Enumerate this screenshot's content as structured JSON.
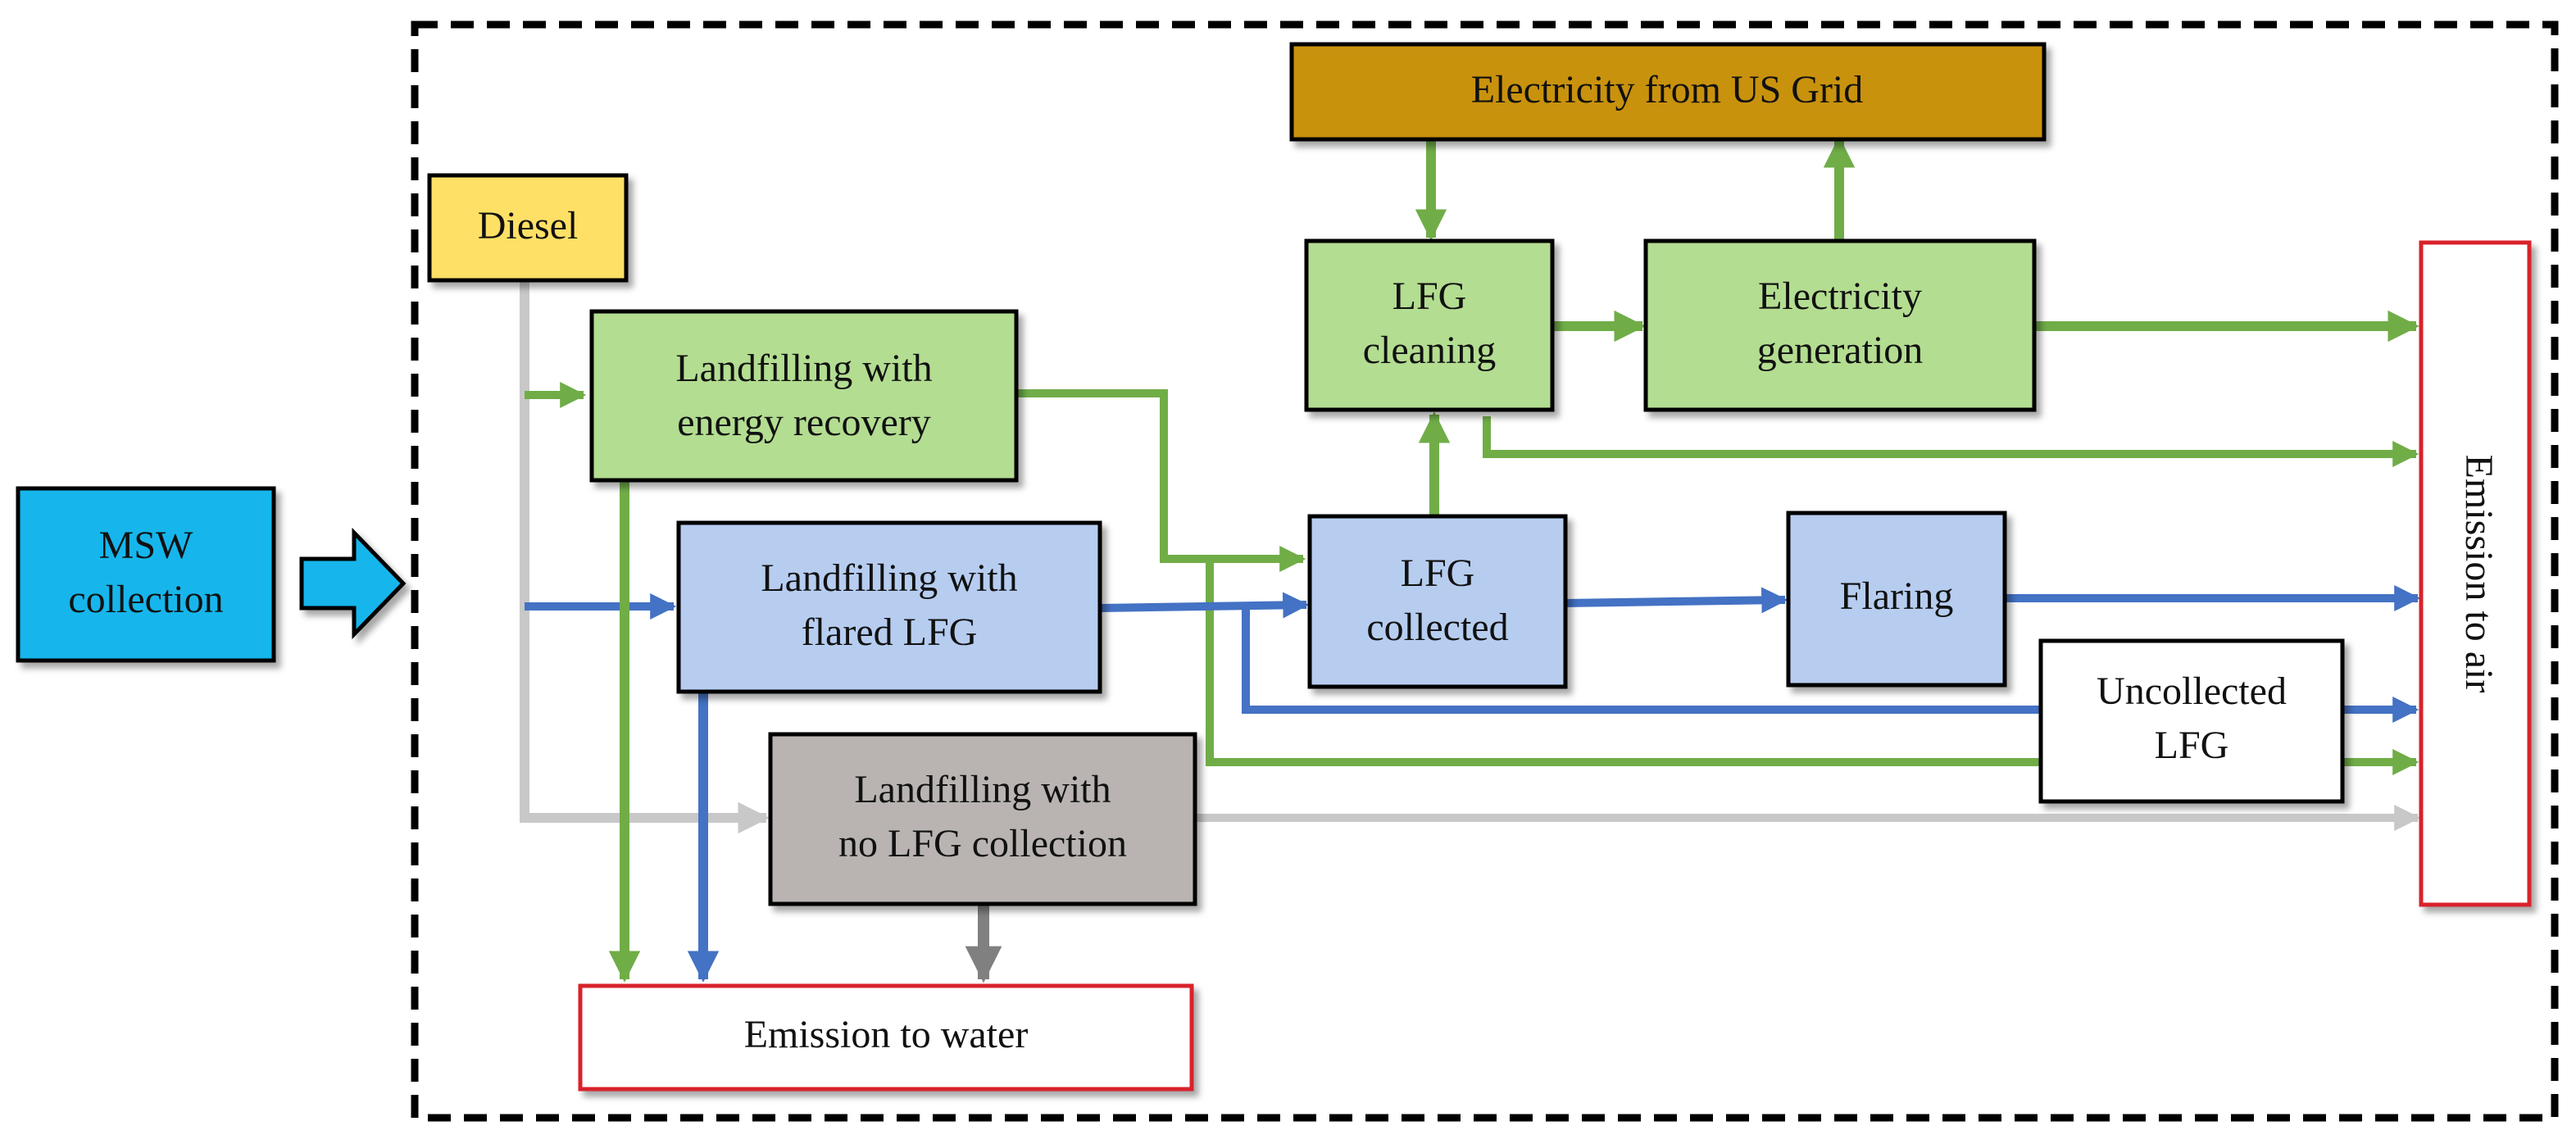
{
  "colors": {
    "green_fill": "#b3dd91",
    "green_arrow": "#70ad47",
    "blue_fill": "#b6cdf0",
    "blue_arrow": "#4472c4",
    "yellow_fill": "#ffe066",
    "gold_fill": "#c9920a",
    "gray_fill": "#b9b4b2",
    "gray_arrow": "#808080",
    "light_gray_arrow": "#c8c8c8",
    "cyan_fill": "#12b6ec",
    "emission_border": "#d9232b",
    "boundary": "#000000"
  },
  "nodes": {
    "msw": [
      "MSW",
      "collection"
    ],
    "diesel": [
      "Diesel"
    ],
    "grid": [
      "Electricity from US Grid"
    ],
    "lf_energy": [
      "Landfilling with",
      "energy recovery"
    ],
    "lf_flared": [
      "Landfilling with",
      "flared LFG"
    ],
    "lf_nocollect": [
      "Landfilling with",
      "no LFG collection"
    ],
    "lfg_cleaning": [
      "LFG",
      "cleaning"
    ],
    "elec_gen": [
      "Electricity",
      "generation"
    ],
    "lfg_collected": [
      "LFG",
      "collected"
    ],
    "flaring": [
      "Flaring"
    ],
    "uncollected": [
      "Uncollected",
      "LFG"
    ],
    "emission_water": [
      "Emission to water"
    ],
    "emission_air": [
      "Emission to air"
    ]
  }
}
